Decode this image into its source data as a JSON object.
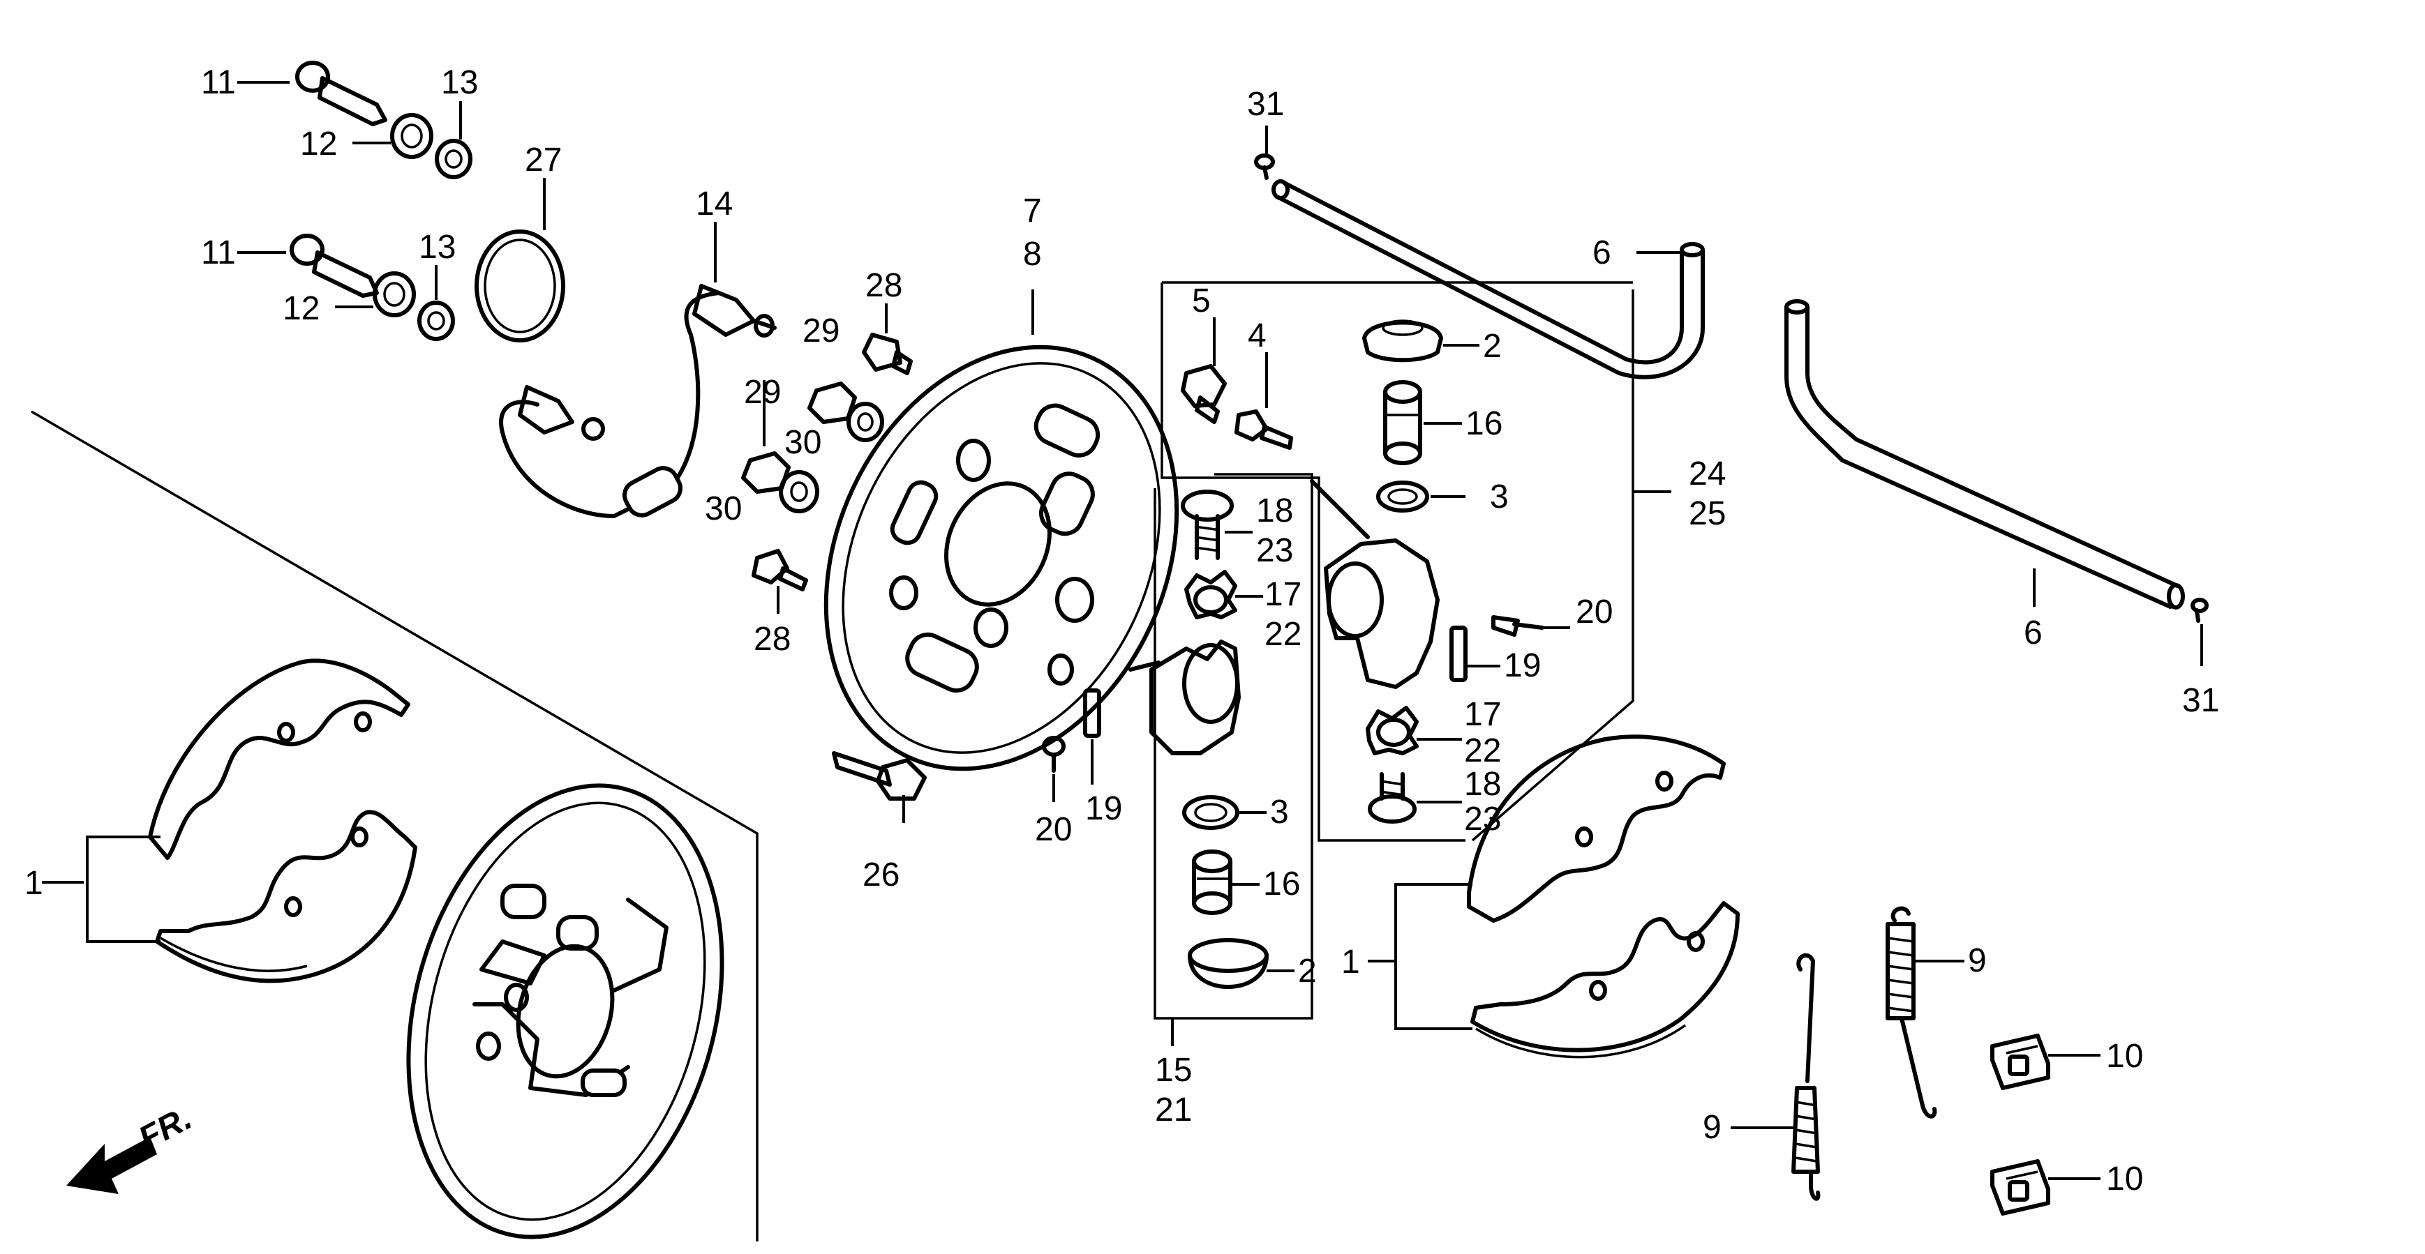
{
  "diagram": {
    "front_marker": "FR.",
    "callouts": [
      {
        "id": "c11a",
        "text": "11"
      },
      {
        "id": "c12a",
        "text": "12"
      },
      {
        "id": "c13a",
        "text": "13"
      },
      {
        "id": "c11b",
        "text": "11"
      },
      {
        "id": "c12b",
        "text": "12"
      },
      {
        "id": "c13b",
        "text": "13"
      },
      {
        "id": "c27",
        "text": "27"
      },
      {
        "id": "c14",
        "text": "14"
      },
      {
        "id": "c7",
        "text": "7"
      },
      {
        "id": "c8",
        "text": "8"
      },
      {
        "id": "c28a",
        "text": "28"
      },
      {
        "id": "c29a",
        "text": "29"
      },
      {
        "id": "c29b",
        "text": "29"
      },
      {
        "id": "c30a",
        "text": "30"
      },
      {
        "id": "c30b",
        "text": "30"
      },
      {
        "id": "c28b",
        "text": "28"
      },
      {
        "id": "c26",
        "text": "26"
      },
      {
        "id": "c1a",
        "text": "1"
      },
      {
        "id": "c1b",
        "text": "1"
      },
      {
        "id": "c5",
        "text": "5"
      },
      {
        "id": "c4",
        "text": "4"
      },
      {
        "id": "c2a",
        "text": "2"
      },
      {
        "id": "c16a",
        "text": "16"
      },
      {
        "id": "c3a",
        "text": "3"
      },
      {
        "id": "c18a",
        "text": "18"
      },
      {
        "id": "c23a",
        "text": "23"
      },
      {
        "id": "c17a",
        "text": "17"
      },
      {
        "id": "c22a",
        "text": "22"
      },
      {
        "id": "c20a",
        "text": "20"
      },
      {
        "id": "c19a",
        "text": "19"
      },
      {
        "id": "c17b",
        "text": "17"
      },
      {
        "id": "c22b",
        "text": "22"
      },
      {
        "id": "c18b",
        "text": "18"
      },
      {
        "id": "c23b",
        "text": "23"
      },
      {
        "id": "c20b",
        "text": "20"
      },
      {
        "id": "c19b",
        "text": "19"
      },
      {
        "id": "c3b",
        "text": "3"
      },
      {
        "id": "c16b",
        "text": "16"
      },
      {
        "id": "c2b",
        "text": "2"
      },
      {
        "id": "c15",
        "text": "15"
      },
      {
        "id": "c21",
        "text": "21"
      },
      {
        "id": "c24",
        "text": "24"
      },
      {
        "id": "c25",
        "text": "25"
      },
      {
        "id": "c31a",
        "text": "31"
      },
      {
        "id": "c6a",
        "text": "6"
      },
      {
        "id": "c6b",
        "text": "6"
      },
      {
        "id": "c31b",
        "text": "31"
      },
      {
        "id": "c9a",
        "text": "9"
      },
      {
        "id": "c9b",
        "text": "9"
      },
      {
        "id": "c10a",
        "text": "10"
      },
      {
        "id": "c10b",
        "text": "10"
      }
    ]
  }
}
